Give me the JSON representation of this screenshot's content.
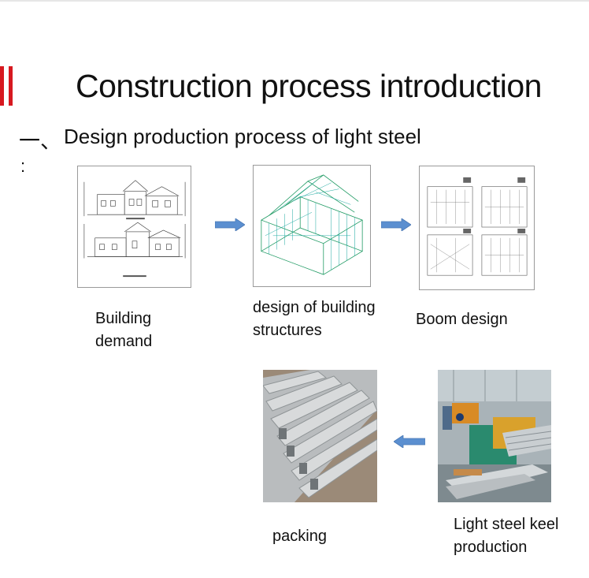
{
  "slide": {
    "title": "Construction process introduction",
    "section_number": "一、",
    "section_title": "Design production process of light steel",
    "section_colon": ":"
  },
  "steps": [
    {
      "caption_line1": "Building",
      "caption_line2": "demand",
      "image": "house-elevation-drawing"
    },
    {
      "caption_line1": "design of building",
      "caption_line2": "structures",
      "image": "3d-steel-frame-model"
    },
    {
      "caption": "Boom design",
      "image": "panel-framing-drawings"
    },
    {
      "caption_line1": "Light steel keel",
      "caption_line2": "production",
      "image": "roll-forming-machine-photo"
    },
    {
      "caption": "packing",
      "image": "steel-profiles-bundle-photo"
    }
  ],
  "colors": {
    "accent": "#d71920",
    "arrow": "#5b8fd0",
    "frame_green": "#1f9a63",
    "frame_teal": "#1aa8a0"
  },
  "icons": [
    "right-arrow-icon",
    "left-arrow-icon"
  ]
}
